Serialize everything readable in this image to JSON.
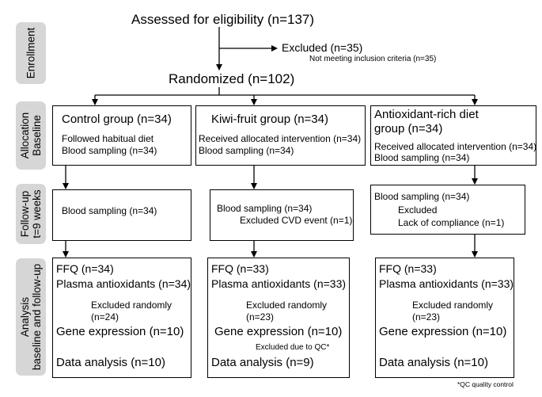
{
  "stages": {
    "enrollment": [
      "Enrollment"
    ],
    "allocation": [
      "Allocation",
      "Baseline"
    ],
    "followup": [
      "Follow-up",
      "t=9 weeks"
    ],
    "analysis": [
      "Analysis",
      "baseline and follow-up"
    ]
  },
  "top": {
    "assessed": "Assessed for eligibility (n=137)",
    "excluded": "Excluded (n=35)",
    "excluded_reason": "Not meeting inclusion criteria (n=35)",
    "randomized": "Randomized (n=102)"
  },
  "allocation": {
    "control": {
      "title": "Control group (n=34)",
      "line1": "Followed habitual diet",
      "line2": "Blood sampling (n=34)"
    },
    "kiwi": {
      "title": "Kiwi-fruit group (n=34)",
      "line1": "Received allocated intervention (n=34)",
      "line2": "Blood sampling (n=34)"
    },
    "antiox": {
      "title1": "Antioxidant-rich diet",
      "title2": "group (n=34)",
      "line1": "Received allocated intervention (n=34)",
      "line2": "Blood sampling (n=34)"
    }
  },
  "followup": {
    "control": {
      "line1": "Blood sampling (n=34)"
    },
    "kiwi": {
      "line1": "Blood sampling (n=34)",
      "line2": "Excluded CVD event (n=1)"
    },
    "antiox": {
      "line1": "Blood sampling (n=34)",
      "line2": "Excluded",
      "line3": "Lack of compliance (n=1)"
    }
  },
  "analysis": {
    "control": {
      "ffq": "FFQ (n=34)",
      "plasma": "Plasma antioxidants (n=34)",
      "excl1": "Excluded randomly",
      "excl2": "(n=24)",
      "gene": "Gene expression (n=10)",
      "data": "Data analysis (n=10)"
    },
    "kiwi": {
      "ffq": "FFQ (n=33)",
      "plasma": "Plasma antioxidants (n=33)",
      "excl1": "Excluded randomly",
      "excl2": "(n=23)",
      "gene": "Gene expression (n=10)",
      "qc": "Excluded due to QC*",
      "data": "Data analysis (n=9)"
    },
    "antiox": {
      "ffq": "FFQ (n=33)",
      "plasma": "Plasma antioxidants (n=33)",
      "excl1": "Excluded randomly",
      "excl2": "(n=23)",
      "gene": "Gene expression (n=10)",
      "data": "Data analysis (n=10)"
    }
  },
  "footnote": "*QC quality control"
}
